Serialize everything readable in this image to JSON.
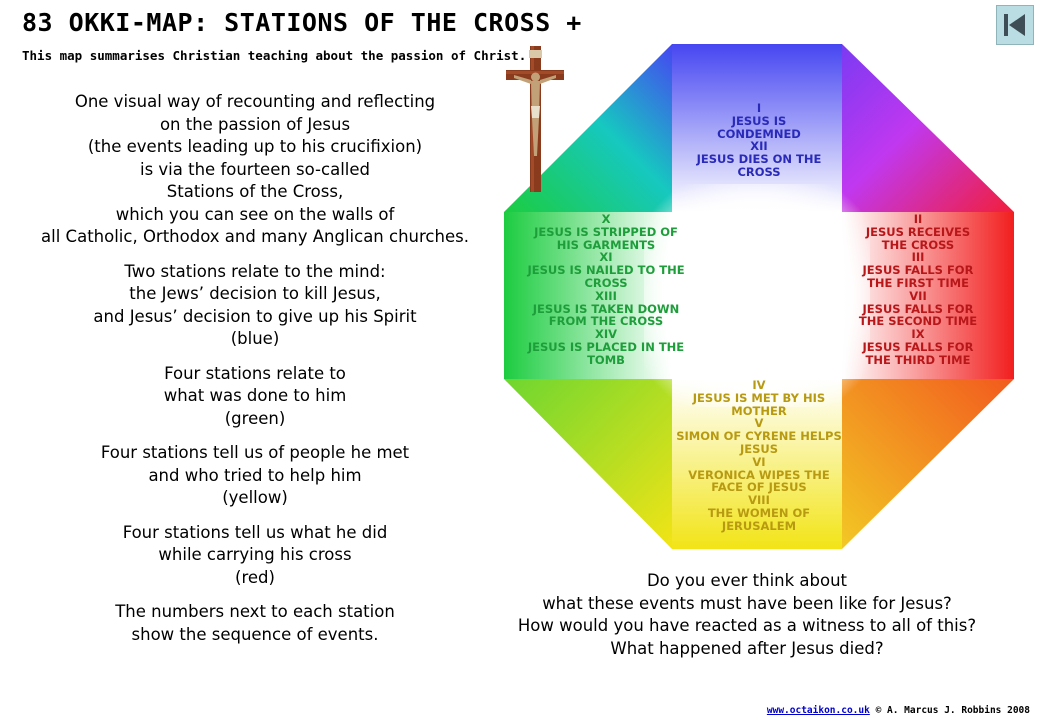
{
  "header": {
    "title": "83 OKKI-MAP: STATIONS OF THE CROSS +",
    "subtitle": "This map summarises Christian teaching about the passion of Christ."
  },
  "nav": {
    "back_icon": "skip-back-icon"
  },
  "left_text": {
    "intro": "One visual way of recounting and reflecting\non the passion of Jesus\n(the events leading up to his crucifixion)\nis via the fourteen so-called\nStations of the Cross,\nwhich you can see on the walls of\nall Catholic, Orthodox and many Anglican churches.",
    "mind": "Two stations relate to the mind:\nthe Jews’ decision to kill Jesus,\nand Jesus’ decision to give up his Spirit\n(blue)",
    "done": "Four stations relate to\nwhat was done to him\n(green)",
    "people": "Four stations tell us of people he met\nand who tried to help him\n(yellow)",
    "did": "Four stations tell us what he did\nwhile carrying his cross\n(red)",
    "numbers": "The numbers next to each station\nshow the sequence of events."
  },
  "map": {
    "colors": {
      "blue": "#2a2ab8",
      "green": "#1e9e3a",
      "red": "#b8171a",
      "yellow": "#b89a12"
    },
    "blue": "I\nJESUS IS\nCONDEMNED\nXII\nJESUS DIES ON THE\nCROSS",
    "green": "X\nJESUS IS STRIPPED OF\nHIS GARMENTS\nXI\nJESUS IS NAILED TO THE\nCROSS\nXIII\nJESUS IS TAKEN DOWN\nFROM THE CROSS\nXIV\nJESUS IS PLACED IN THE\nTOMB",
    "red": "II\nJESUS RECEIVES\nTHE CROSS\nIII\nJESUS FALLS FOR\nTHE FIRST TIME\nVII\nJESUS FALLS FOR\nTHE SECOND TIME\nIX\nJESUS FALLS FOR\nTHE THIRD TIME",
    "yellow": "IV\nJESUS IS MET BY HIS\nMOTHER\nV\nSIMON OF CYRENE  HELPS\nJESUS\nVI\nVERONICA  WIPES THE\nFACE OF JESUS\nVIII\nTHE WOMEN OF\nJERUSALEM",
    "center_icon": "crucifix-icon"
  },
  "question": "Do you ever think about\nwhat these events must have been like for Jesus?\nHow would you have reacted as a witness to all of this?\nWhat happened after Jesus died?",
  "footer": {
    "link": "www.octaikon.co.uk",
    "copyright": "© A. Marcus J. Robbins 2008"
  }
}
